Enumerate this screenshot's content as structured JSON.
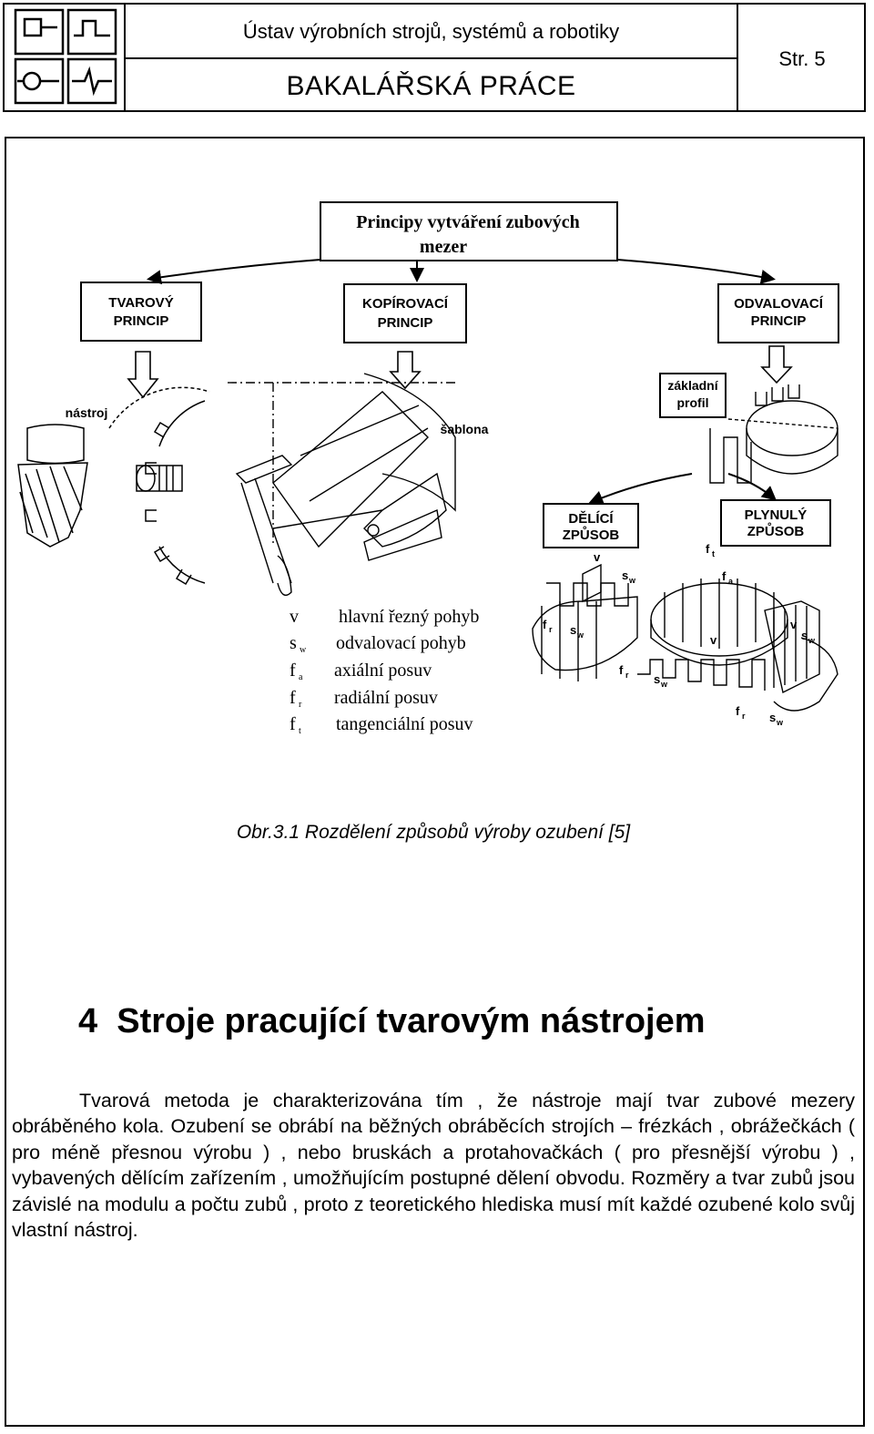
{
  "header": {
    "institute": "Ústav výrobních strojů, systémů a robotiky",
    "thesis_type": "BAKALÁŘSKÁ  PRÁCE",
    "page": "Str.  5"
  },
  "figure": {
    "top_box_line1": "Principy vytváření zubových",
    "top_box_line2": "mezer",
    "box_left_line1": "TVAROVÝ",
    "box_left_line2": "PRINCIP",
    "box_mid_line1": "KOPÍROVACÍ",
    "box_mid_line2": "PRINCIP",
    "box_right_line1": "ODVALOVACÍ",
    "box_right_line2": "PRINCIP",
    "label_tool": "nástroj",
    "label_template": "šablona",
    "label_base1": "základní",
    "label_base2": "profil",
    "box_div1": "DĚLÍCÍ",
    "box_div2": "ZPŮSOB",
    "box_cont1": "PLYNULÝ",
    "box_cont2": "ZPŮSOB",
    "legend": [
      {
        "symbol": "v",
        "sub": "",
        "text": "hlavní řezný pohyb"
      },
      {
        "symbol": "s",
        "sub": "w",
        "text": "odvalovací pohyb"
      },
      {
        "symbol": "f",
        "sub": "a",
        "text": "axiální posuv"
      },
      {
        "symbol": "f",
        "sub": "r",
        "text": "radiální posuv"
      },
      {
        "symbol": "f",
        "sub": "t",
        "text": "tangenciální posuv"
      }
    ],
    "motion_labels": {
      "v": "v",
      "sw": "s",
      "sw_sub": "w",
      "ft": "f",
      "ft_sub": "t",
      "fa": "f",
      "fa_sub": "a",
      "fr": "f",
      "fr_sub": "r"
    }
  },
  "caption": "Obr.3.1  Rozdělení způsobů výroby ozubení [5]",
  "section": {
    "number": "4",
    "title": "Stroje pracující tvarovým nástrojem"
  },
  "paragraph": "Tvarová metoda je charakterizována tím , že nástroje mají tvar zubové mezery obráběného kola. Ozubení se obrábí na běžných obráběcích strojích – frézkách , obrážečkách ( pro méně přesnou výrobu ) , nebo bruskách a protahovačkách ( pro přesnější výrobu ) , vybavených dělícím zařízením , umožňujícím postupné dělení obvodu. Rozměry a tvar zubů jsou závislé na modulu a počtu zubů , proto z teoretického hlediska musí mít každé ozubené kolo svůj vlastní nástroj."
}
